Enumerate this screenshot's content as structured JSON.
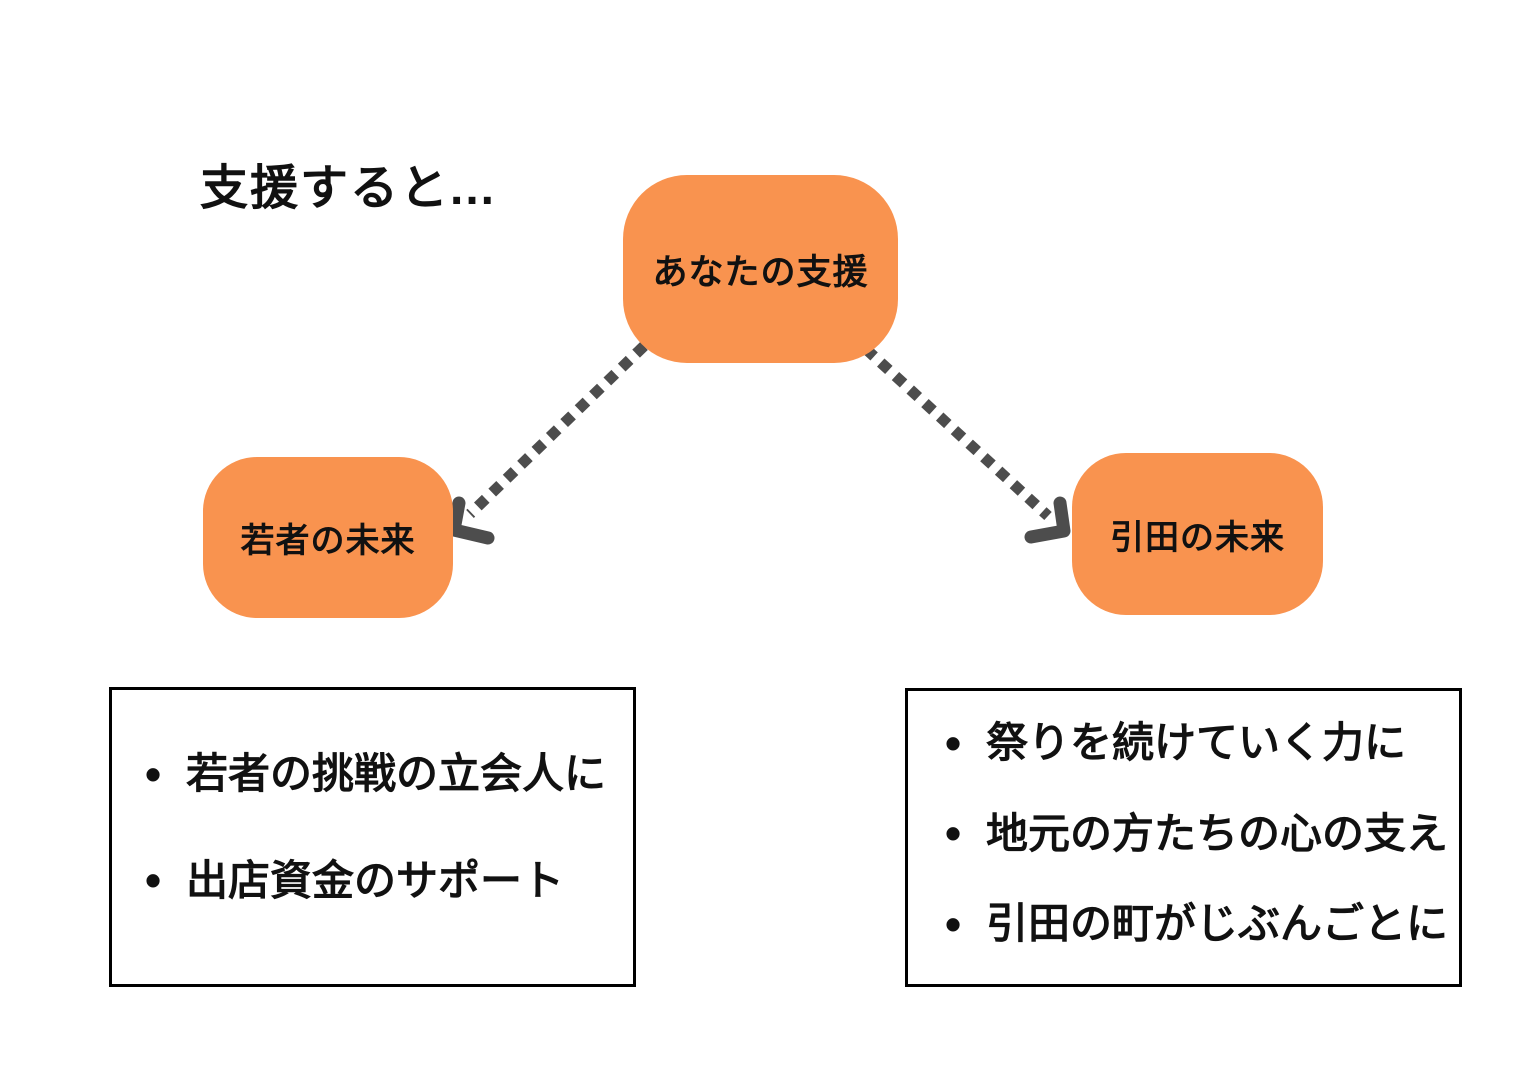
{
  "title": "支援すると...",
  "nodes": {
    "support": {
      "label": "あなたの支援"
    },
    "youth": {
      "label": "若者の未来"
    },
    "hiketa": {
      "label": "引田の未来"
    }
  },
  "detail_boxes": {
    "youth": {
      "items": [
        "若者の挑戦の立会人に",
        "出店資金のサポート"
      ]
    },
    "hiketa": {
      "items": [
        "祭りを続けていく力に",
        "地元の方たちの心の支え",
        "引田の町がじぶんごとに"
      ]
    }
  },
  "icons": {
    "bullet": "•"
  },
  "colors": {
    "node_orange": "#F9934F",
    "arrow_gray": "#4D4D4D",
    "text_black": "#111111",
    "box_border": "#000000",
    "background": "#FFFFFF"
  }
}
